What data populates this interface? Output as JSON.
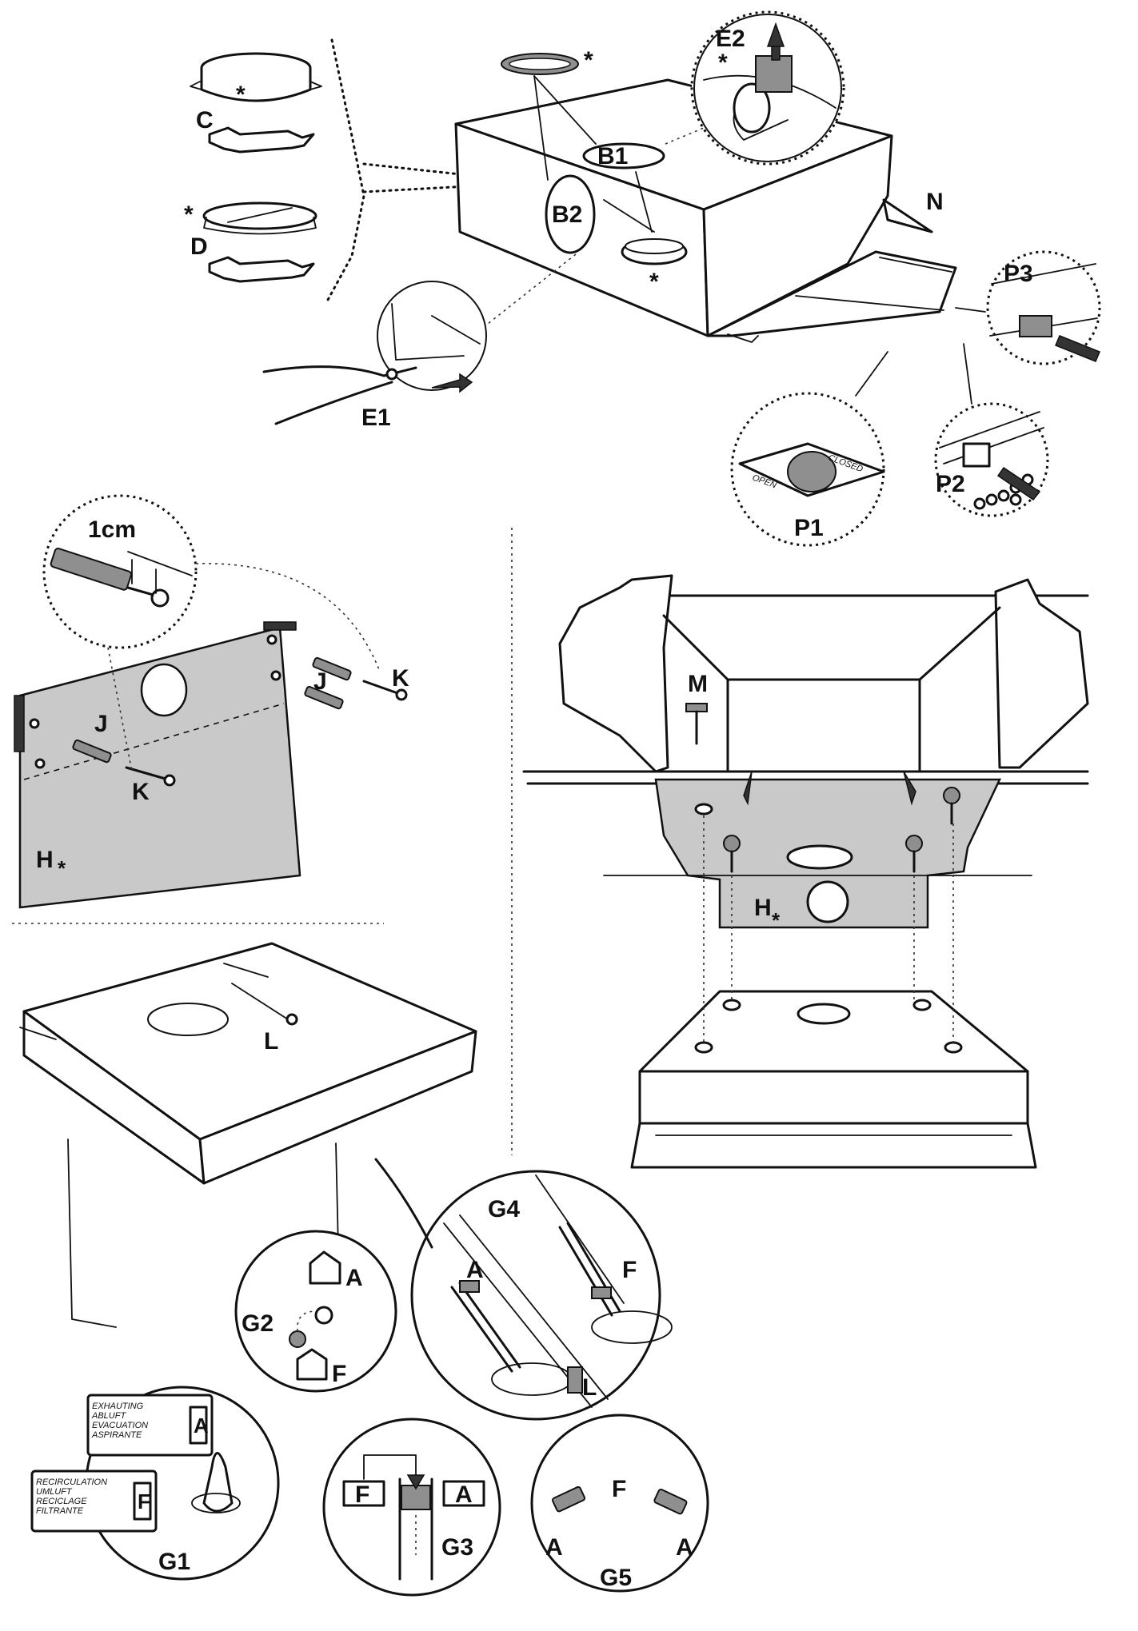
{
  "colors": {
    "ink": "#111111",
    "wall": "#c9c9c9",
    "paper": "#ffffff"
  },
  "marker": "*",
  "labels": {
    "C": "C",
    "D": "D",
    "B1": "B1",
    "B2": "B2",
    "E1": "E1",
    "E2": "E2",
    "N": "N",
    "P1": "P1",
    "P2": "P2",
    "P3": "P3",
    "one_cm": "1cm",
    "J": "J",
    "K": "K",
    "H": "H",
    "M": "M",
    "L": "L",
    "G1": "G1",
    "G2": "G2",
    "G3": "G3",
    "G4": "G4",
    "G5": "G5",
    "A": "A",
    "F": "F"
  },
  "valve": {
    "open": "OPEN",
    "closed": "CLOSED"
  },
  "g1_plates": {
    "exhausting": [
      "EXHAUTING",
      "ABLUFT",
      "EVACUATION",
      "ASPIRANTE"
    ],
    "recirculation": [
      "RECIRCULATION",
      "UMLUFT",
      "RECICLAGE",
      "FILTRANTE"
    ]
  }
}
